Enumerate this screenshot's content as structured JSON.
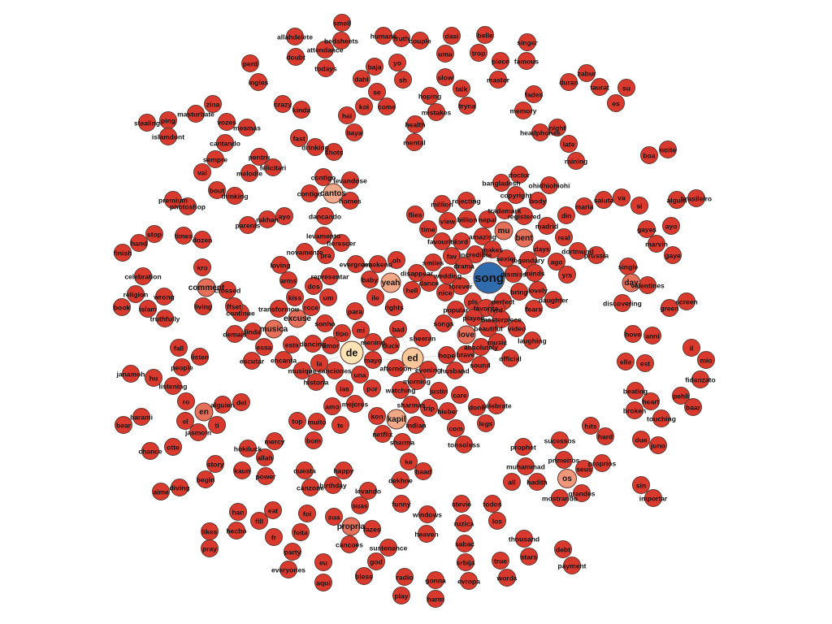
{
  "diagram": {
    "default_fill": "#d93a2d",
    "fills": {
      "song": "#2f6cae",
      "de": "#fde3b3",
      "ed": "#f9c79a",
      "yeah": "#f1a886",
      "kapil": "#f1a886",
      "cantos": "#efa98a",
      "os": "#ee977b",
      "mu": "#e56f58",
      "bent": "#e56f58",
      "day": "#e56f58",
      "en": "#e56f58",
      "comment": "#e56f58",
      "excuse": "#e56f58",
      "musica": "#e56f58",
      "propria": "#e56f58",
      "love": "#e56f58"
    },
    "nodes": [
      "smell",
      "humane",
      "truth",
      "couple",
      "dasi",
      "belle",
      "singer",
      "allahdelete",
      "bedsheets",
      "attendance",
      "doubt",
      "todays",
      "uma",
      "trop",
      "piece",
      "famous",
      "perd",
      "ingles",
      "baja",
      "yo",
      "dahl",
      "sh",
      "slow",
      "master",
      "zabur",
      "duran",
      "taurat",
      "su",
      "es",
      "se",
      "talk",
      "hoping",
      "fades",
      "zina",
      "masturbate",
      "stealing",
      "ping",
      "crazy",
      "kinda",
      "koi",
      "come",
      "mistakes",
      "tryna",
      "memory",
      "hai",
      "islamdont",
      "vozes",
      "mesmas",
      "health",
      "headphones",
      "night",
      "baya",
      "cantando",
      "fast",
      "drinking",
      "shots",
      "mental",
      "late",
      "noite",
      "boa",
      "sempre",
      "pentru",
      "felicitari",
      "raining",
      "vai",
      "melodie",
      "contigo",
      "levandose",
      "cantos",
      "contigo",
      "homes",
      "bout",
      "thinking",
      "premium",
      "photoshop",
      "parents",
      "rakhan",
      "ayo",
      "dancando",
      "stop",
      "hand",
      "times",
      "dozen",
      "finish",
      "levamento",
      "florescer",
      "novamente",
      "pra",
      "loving",
      "evergreen",
      "weekend",
      "oh",
      "disappear",
      "representar",
      "baby",
      "yeah",
      "arms",
      "dos",
      "hell",
      "dance",
      "celebration",
      "kro",
      "comment",
      "crossed",
      "religion",
      "wrong",
      "kiss",
      "um",
      "ile",
      "transformou",
      "continue",
      "ffset",
      "roce",
      "book",
      "islam",
      "living",
      "rights",
      "para",
      "truthfully",
      "excuse",
      "musica",
      "sonho",
      "bad",
      "demais",
      "linda",
      "mi",
      "tipo",
      "sheeran",
      "menino",
      "duck",
      "essa",
      "esta",
      "dancing",
      "amor",
      "de",
      "ed",
      "escutar",
      "encanta",
      "la",
      "mayo",
      "afternoon",
      "evening",
      "musique",
      "canciones",
      "husband",
      "historia",
      "una",
      "morning",
      "las",
      "por",
      "watching",
      "justin",
      "care",
      "amo",
      "mejores",
      "sharmas",
      "trip",
      "bieber",
      "done",
      "celebrate",
      "kon",
      "kapil",
      "indian",
      "top",
      "muito",
      "te",
      "legs",
      "com",
      "netflix",
      "sharma",
      "bom",
      "tonsoless",
      "bangladesh",
      "doctor",
      "ohidhiohiohi",
      "copyright",
      "body",
      "flies",
      "million",
      "rejecting",
      "trademark",
      "registered",
      "nepal",
      "din",
      "maria",
      "saluta",
      "va",
      "si",
      "algum",
      "brasileiro",
      "view",
      "billion",
      "time",
      "mu",
      "madrid",
      "gayes",
      "ayo",
      "amazing",
      "favourite",
      "lord",
      "bent",
      "real",
      "marvin",
      "fav",
      "incredible",
      "makes",
      "days",
      "dortmund",
      "prussia",
      "gaye",
      "sexier",
      "legendary",
      "ago",
      "single",
      "smiles",
      "drama",
      "wedding",
      "song",
      "dismiss",
      "minds",
      "yrs",
      "forever",
      "nice",
      "day",
      "valentines",
      "bring",
      "lovely",
      "daughter",
      "pls",
      "perfect",
      "discovering",
      "screen",
      "green",
      "popular",
      "favorite",
      "lvrd",
      "fears",
      "played",
      "masterpiece",
      "songs",
      "beautiful",
      "video",
      "love",
      "music",
      "laughing",
      "absolutely",
      "hope",
      "brave",
      "official",
      "sound",
      "fall",
      "listen",
      "people",
      "janamoh",
      "hu",
      "listening",
      "ro",
      "alguien",
      "del",
      "en",
      "barami",
      "el",
      "ti",
      "bear",
      "jasmoin",
      "chance",
      "otte",
      "mercy",
      "hokiluck",
      "allah",
      "story",
      "kaun",
      "power",
      "begin",
      "aime",
      "diving",
      "questa",
      "happy",
      "birthday",
      "canzone",
      "levando",
      "suas",
      "han",
      "eat",
      "foi",
      "sua",
      "fill",
      "likes",
      "hecho",
      "propria",
      "fazes",
      "feita",
      "fr",
      "pray",
      "cancoes",
      "sustenance",
      "party",
      "god",
      "eu",
      "everyones",
      "bless",
      "aqui",
      "ke",
      "baad",
      "dekhne",
      "funny",
      "windows",
      "stevie",
      "todos",
      "ruzica",
      "los",
      "heaven",
      "sabac",
      "thousand",
      "true",
      "stars",
      "debt",
      "srbija",
      "payment",
      "radio",
      "gonna",
      "evropa",
      "words",
      "play",
      "harm",
      "hits",
      "hard",
      "due",
      "juno",
      "sucessos",
      "prophet",
      "primeiros",
      "proprios",
      "seus",
      "muhammad",
      "os",
      "all",
      "hadith",
      "sin",
      "grandes",
      "mostrando",
      "importar",
      "hove",
      "anni",
      "il",
      "elle",
      "est",
      "mio",
      "fidanzato",
      "beating",
      "pehli",
      "heart",
      "baar",
      "broken",
      "touching"
    ],
    "edges": [
      [
        "song",
        "sexier"
      ],
      [
        "song",
        "dismiss"
      ],
      [
        "song",
        "minds"
      ],
      [
        "song",
        "legendary"
      ],
      [
        "song",
        "makes"
      ],
      [
        "song",
        "incredible"
      ],
      [
        "song",
        "drama"
      ],
      [
        "song",
        "wedding"
      ],
      [
        "song",
        "forever"
      ],
      [
        "song",
        "pls"
      ],
      [
        "song",
        "perfect"
      ],
      [
        "song",
        "favorite"
      ],
      [
        "song",
        "bring"
      ],
      [
        "song",
        "lovely"
      ],
      [
        "song",
        "lord"
      ],
      [
        "song",
        "amazing"
      ],
      [
        "song",
        "mu"
      ],
      [
        "song",
        "bent"
      ],
      [
        "song",
        "days"
      ],
      [
        "song",
        "nice"
      ],
      [
        "song",
        "fav"
      ],
      [
        "song",
        "lvrd"
      ],
      [
        "song",
        "played"
      ],
      [
        "de",
        "amor"
      ],
      [
        "de",
        "la"
      ],
      [
        "de",
        "canciones"
      ],
      [
        "de",
        "una"
      ],
      [
        "de",
        "mayo"
      ],
      [
        "de",
        "menino"
      ],
      [
        "de",
        "tipo"
      ],
      [
        "de",
        "mi"
      ],
      [
        "de",
        "dancing"
      ],
      [
        "de",
        "las"
      ],
      [
        "ed",
        "sheeran"
      ],
      [
        "ed",
        "afternoon"
      ],
      [
        "ed",
        "evening"
      ],
      [
        "ed",
        "morning"
      ],
      [
        "ed",
        "duck"
      ],
      [
        "ed",
        "bad"
      ],
      [
        "ed",
        "hope"
      ],
      [
        "ed",
        "mayo"
      ]
    ]
  }
}
